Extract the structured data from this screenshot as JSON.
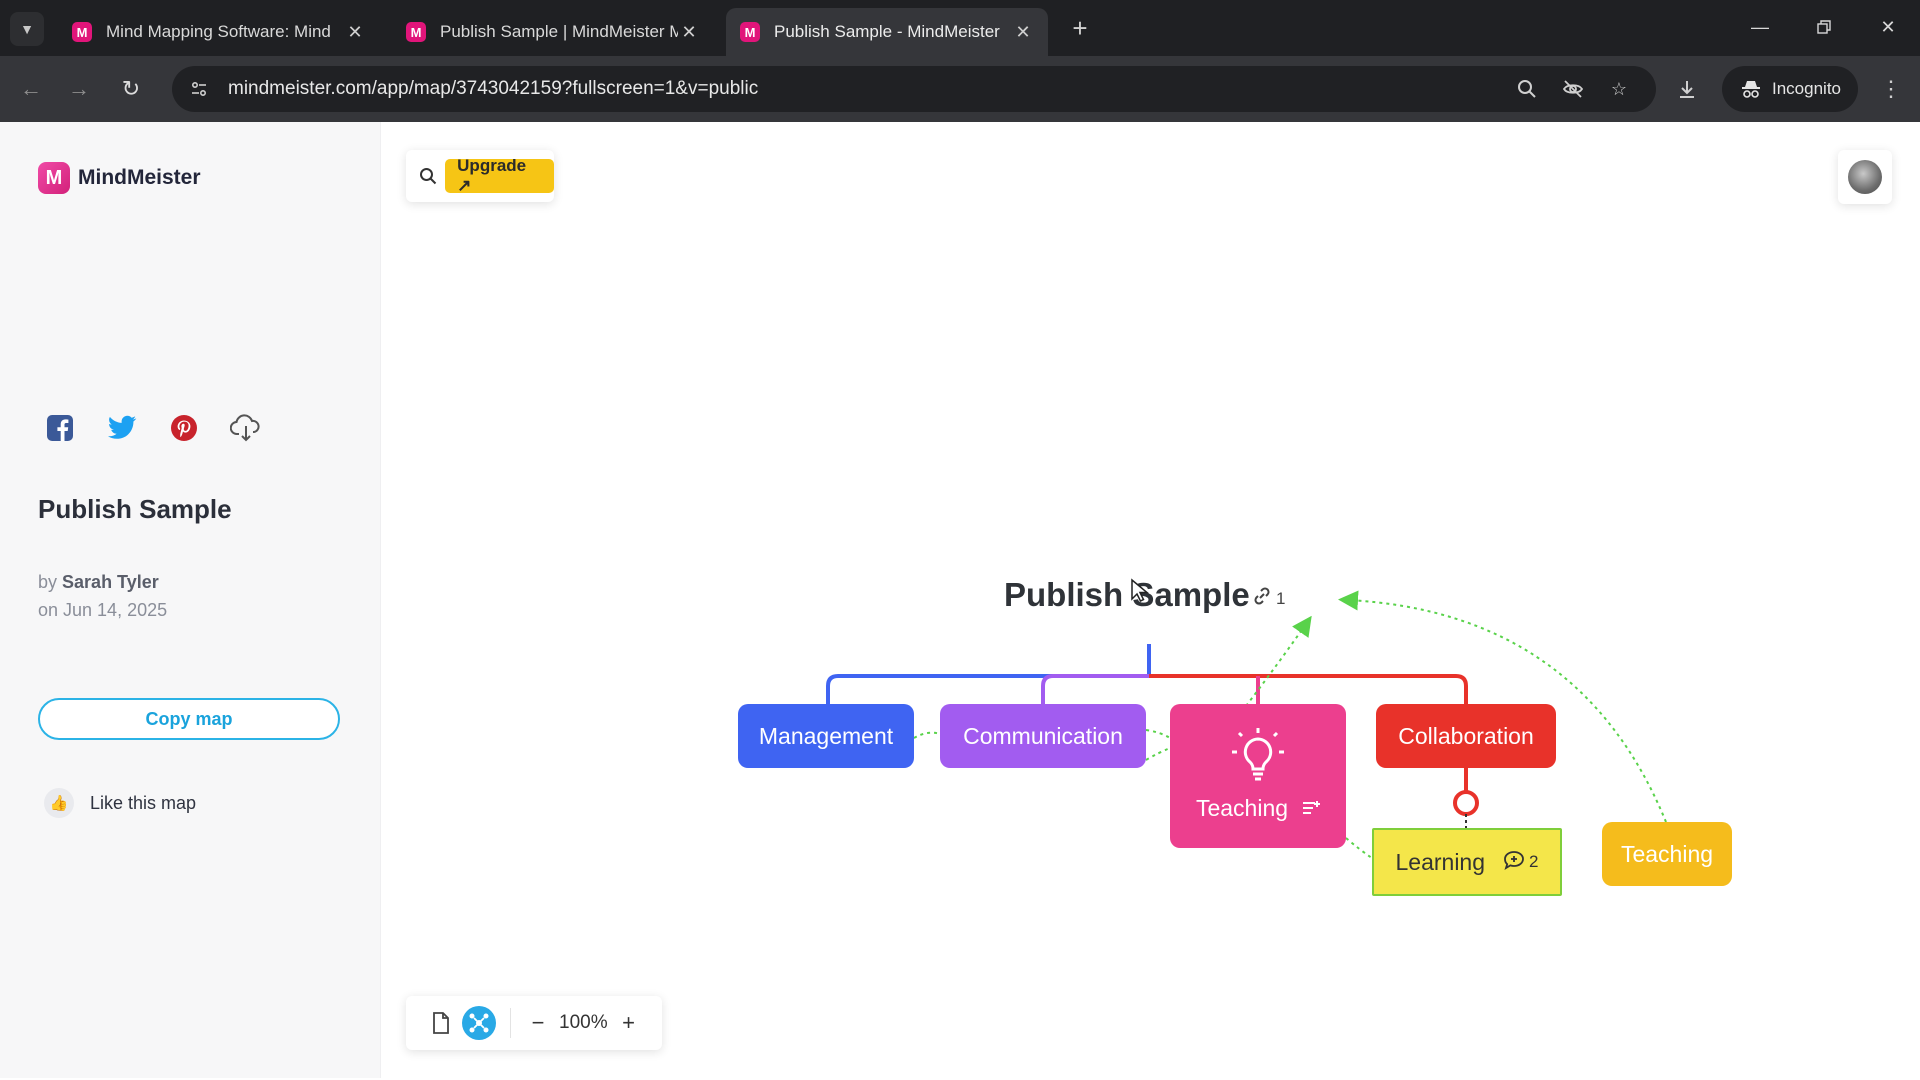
{
  "browser": {
    "tabs": [
      {
        "title": "Mind Mapping Software: Mind",
        "active": false
      },
      {
        "title": "Publish Sample | MindMeister M",
        "active": false
      },
      {
        "title": "Publish Sample - MindMeister",
        "active": true
      }
    ],
    "favicon_letter": "M",
    "url": "mindmeister.com/app/map/3743042159?fullscreen=1&v=public",
    "incognito_label": "Incognito"
  },
  "sidebar": {
    "brand": "MindMeister",
    "logo_letter": "M",
    "share_icons": [
      "facebook-icon",
      "twitter-icon",
      "pinterest-icon",
      "cloud-download-icon"
    ],
    "map_title": "Publish Sample",
    "by_prefix": "by",
    "author": "Sarah Tyler",
    "date": "on Jun 14, 2025",
    "copy_button": "Copy map",
    "like_label": "Like this map"
  },
  "canvas": {
    "upgrade_label": "Upgrade ↗",
    "root": {
      "title": "Publish Sample",
      "link_count": "1"
    },
    "nodes": {
      "management": "Management",
      "communication": "Communication",
      "teaching": "Teaching",
      "collaboration": "Collaboration",
      "learning": "Learning",
      "learning_comments": "2",
      "teaching_floating": "Teaching"
    },
    "zoom": "100%"
  },
  "colors": {
    "management": "#3f64f2",
    "communication": "#a25cf0",
    "teaching": "#ec3f8e",
    "collaboration": "#e8322a",
    "learning": "#f4e64a",
    "teaching_floating": "#f5bc1c",
    "connector_green": "#59d24a",
    "accent_blue": "#1aa3dc",
    "upgrade_yellow": "#f6c515"
  }
}
